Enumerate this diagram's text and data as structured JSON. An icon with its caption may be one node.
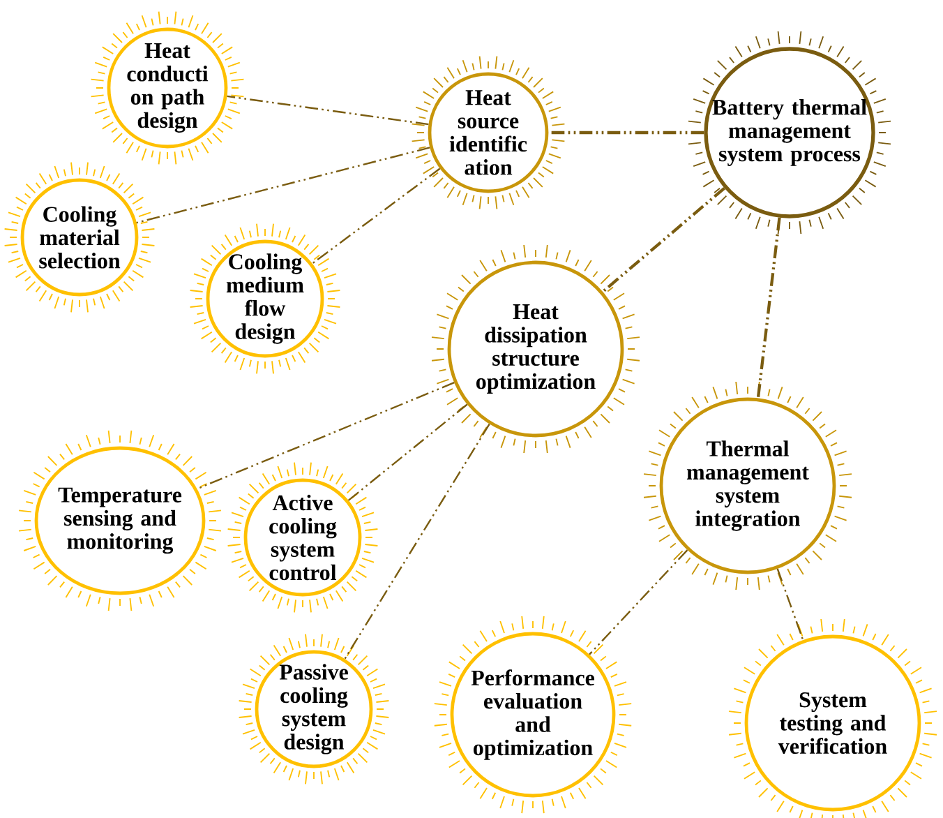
{
  "diagram": {
    "nodes": [
      {
        "text": [
          "Battery thermal management system process"
        ]
      },
      {
        "text": [
          "Heat source identific ation"
        ]
      },
      {
        "text": [
          "Heat dissipation structure optimization"
        ]
      },
      {
        "text": [
          "Thermal management system integration"
        ]
      },
      {
        "text": [
          "Heat conducti on path design"
        ]
      },
      {
        "text": [
          "Cooling material selection"
        ]
      },
      {
        "text": [
          "Cooling medium flow design"
        ]
      },
      {
        "text": [
          "Temperature sensing and monitoring"
        ]
      },
      {
        "text": [
          "Active cooling system control"
        ]
      },
      {
        "text": [
          "Passive cooling system design"
        ]
      },
      {
        "text": [
          "Performance evaluation and optimization"
        ]
      },
      {
        "text": [
          "System testing and verification"
        ]
      }
    ],
    "edges": [
      {
        "from": 0,
        "to": 1,
        "arrow": "none",
        "style": "dashed"
      },
      {
        "from": 0,
        "to": 2,
        "arrow": "none",
        "style": "dashed"
      },
      {
        "from": 0,
        "to": 3,
        "arrow": "none",
        "style": "dashed"
      },
      {
        "from": 1,
        "to": 4,
        "arrow": "none",
        "style": "dashed"
      },
      {
        "from": 1,
        "to": 5,
        "arrow": "none",
        "style": "dashed"
      },
      {
        "from": 1,
        "to": 6,
        "arrow": "none",
        "style": "dashed"
      },
      {
        "from": 2,
        "to": 7,
        "arrow": "none",
        "style": "dashed"
      },
      {
        "from": 2,
        "to": 8,
        "arrow": "none",
        "style": "dashed"
      },
      {
        "from": 2,
        "to": 9,
        "arrow": "none",
        "style": "dashed"
      },
      {
        "from": 3,
        "to": 10,
        "arrow": "none",
        "style": "dashed"
      },
      {
        "from": 3,
        "to": 11,
        "arrow": "none",
        "style": "dashed"
      }
    ]
  }
}
